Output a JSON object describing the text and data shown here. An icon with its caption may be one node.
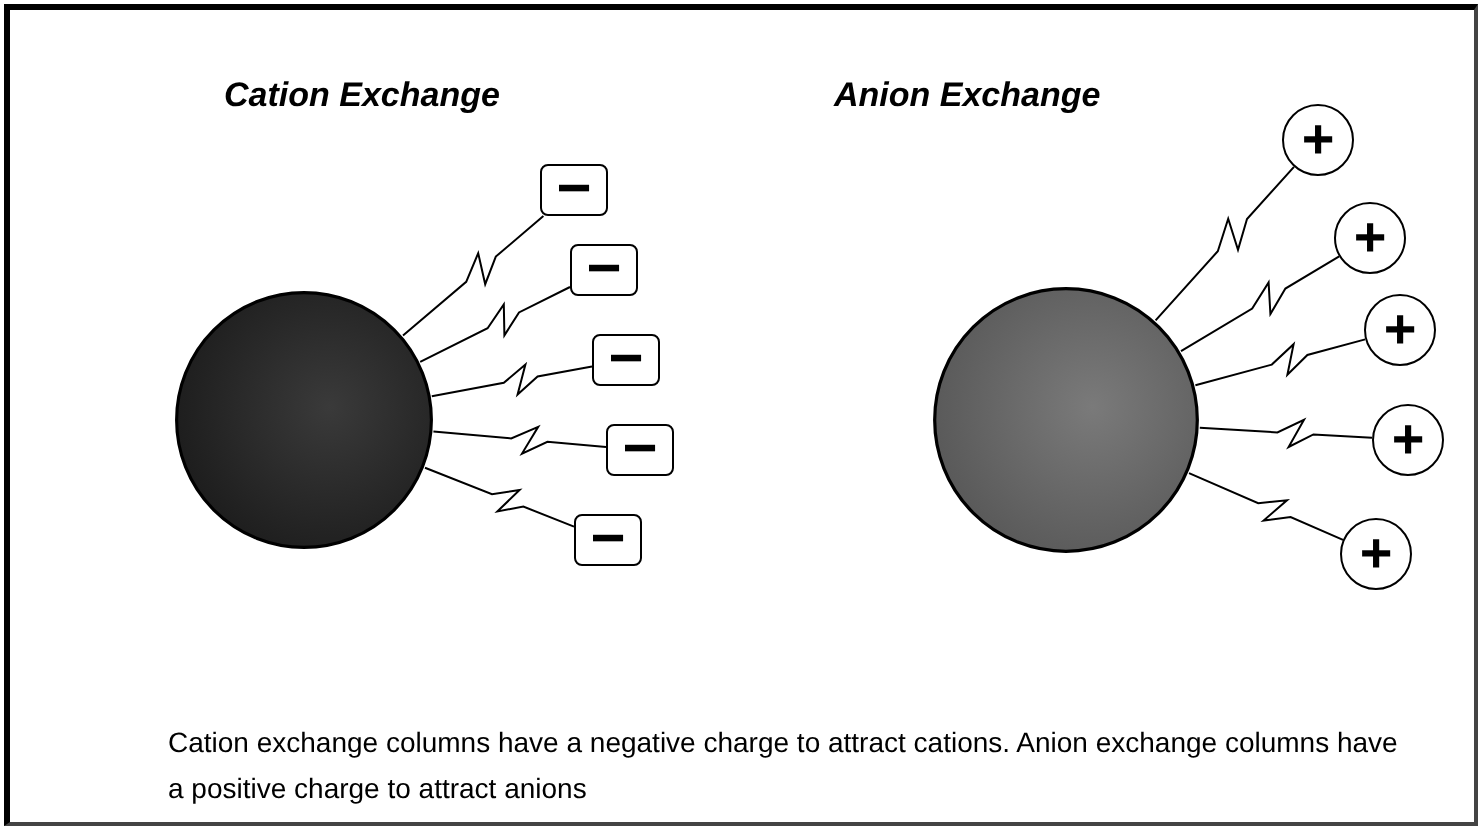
{
  "diagram": {
    "caption": "Cation exchange columns have a negative charge to attract cations. Anion exchange columns have a positive charge to attract anions",
    "nodes": [
      {
        "text": [],
        "shape": "circle"
      },
      {
        "text": [
          "−"
        ]
      },
      {
        "text": [
          "−"
        ]
      },
      {
        "text": [
          "−"
        ]
      },
      {
        "text": [
          "−"
        ]
      },
      {
        "text": [
          "−"
        ]
      },
      {
        "text": [],
        "shape": "circle"
      },
      {
        "text": [
          "+"
        ]
      },
      {
        "text": [
          "+"
        ]
      },
      {
        "text": [
          "+"
        ]
      },
      {
        "text": [
          "+"
        ]
      },
      {
        "text": [
          "+"
        ]
      }
    ],
    "edges": [
      {
        "from": 0,
        "to": 1,
        "arrow": "none"
      },
      {
        "from": 0,
        "to": 2,
        "arrow": "none"
      },
      {
        "from": 0,
        "to": 3,
        "arrow": "none"
      },
      {
        "from": 0,
        "to": 4,
        "arrow": "none"
      },
      {
        "from": 0,
        "to": 5,
        "arrow": "none"
      },
      {
        "from": 6,
        "to": 7,
        "arrow": "none"
      },
      {
        "from": 6,
        "to": 8,
        "arrow": "none"
      },
      {
        "from": 6,
        "to": 9,
        "arrow": "none"
      },
      {
        "from": 6,
        "to": 10,
        "arrow": "none"
      },
      {
        "from": 6,
        "to": 11,
        "arrow": "none"
      }
    ],
    "labels": [
      "Cation Exchange",
      "Anion Exchange"
    ]
  }
}
